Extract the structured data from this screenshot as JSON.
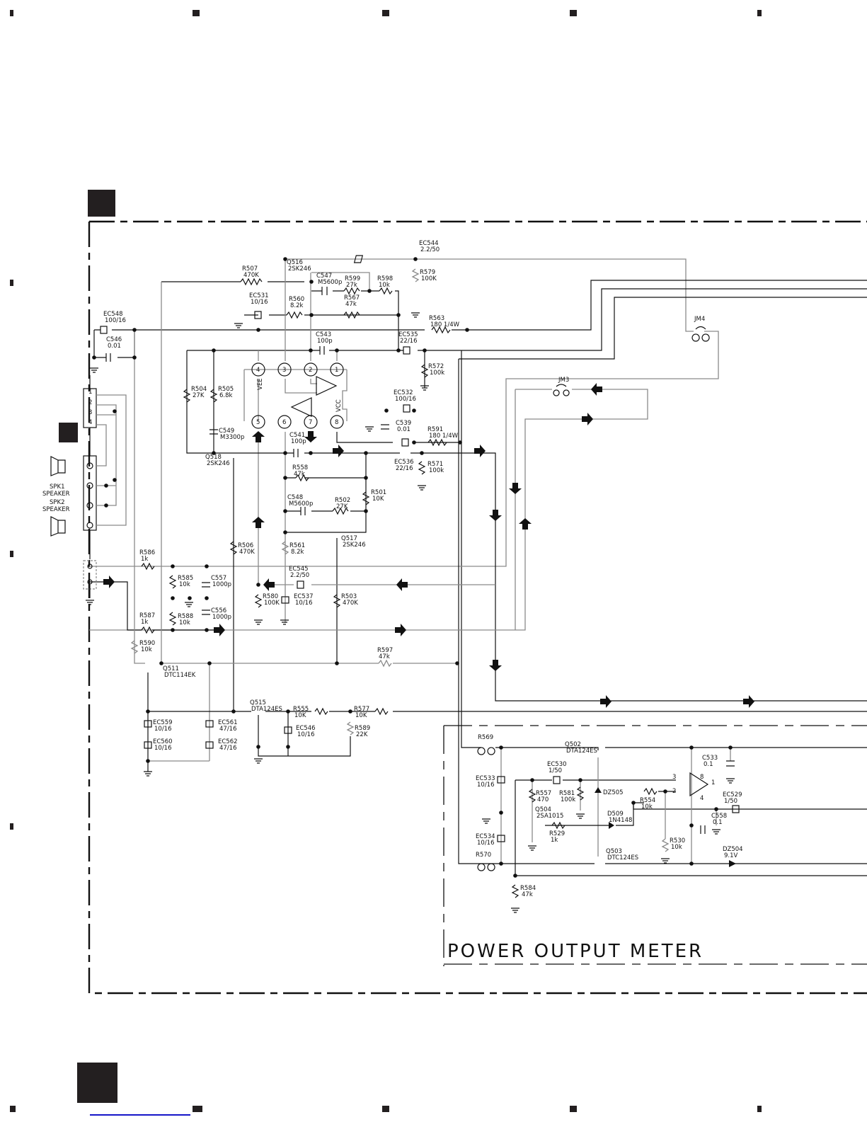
{
  "section_title": "POWER OUTPUT METER",
  "connectors": {
    "speaker_terminal_pins": [
      "1",
      "2",
      "3",
      "4"
    ],
    "spk1_label": "SPK1",
    "spk1_sub": "SPEAKER",
    "spk2_label": "SPK2",
    "spk2_sub": "SPEAKER"
  },
  "ic": {
    "pins": [
      "1",
      "2",
      "3",
      "4",
      "5",
      "6",
      "7",
      "8"
    ],
    "vee_label": "VEE",
    "vcc_label": "VCC"
  },
  "opamp2_pins": {
    "in_plus": "3",
    "in_minus": "2",
    "out": "1",
    "vcc": "8",
    "gnd": "4"
  },
  "components": {
    "EC544": [
      "EC544",
      "2.2/50"
    ],
    "R579": [
      "R579",
      "100K"
    ],
    "Q516": [
      "Q516",
      "2SK246"
    ],
    "R507": [
      "R507",
      "470K"
    ],
    "C547": [
      "C547",
      "M5600p"
    ],
    "R599": [
      "R599",
      "27k"
    ],
    "R598": [
      "R598",
      "10k"
    ],
    "EC531": [
      "EC531",
      "10/16"
    ],
    "R560": [
      "R560",
      "8.2k"
    ],
    "R567": [
      "R567",
      "47k"
    ],
    "R563": [
      "R563",
      "180  1/4W"
    ],
    "EC548": [
      "EC548",
      "100/16"
    ],
    "C546": [
      "C546",
      "0.01"
    ],
    "C543": [
      "C543",
      "100p"
    ],
    "EC535": [
      "EC535",
      "22/16"
    ],
    "R572": [
      "R572",
      "100k"
    ],
    "JM4": [
      "JM4"
    ],
    "JM3": [
      "JM3"
    ],
    "R504": [
      "R504",
      "27K"
    ],
    "R505": [
      "R505",
      "6.8k"
    ],
    "EC532": [
      "EC532",
      "100/16"
    ],
    "C539": [
      "C539",
      "0.01"
    ],
    "R591": [
      "R591",
      "180  1/4W"
    ],
    "C549": [
      "C549",
      "M3300p"
    ],
    "C541": [
      "C541",
      "100p"
    ],
    "Q518": [
      "Q518",
      "2SK246"
    ],
    "EC536": [
      "EC536",
      "22/16"
    ],
    "R571": [
      "R571",
      "100k"
    ],
    "R558": [
      "R558",
      "47k"
    ],
    "R501": [
      "R501",
      "10K"
    ],
    "C548": [
      "C548",
      "M5600p"
    ],
    "R502": [
      "R502",
      "27K"
    ],
    "R506": [
      "R506",
      "470K"
    ],
    "R561": [
      "R561",
      "8.2k"
    ],
    "Q517": [
      "Q517",
      "2SK246"
    ],
    "R586": [
      "R586",
      "1k"
    ],
    "EC545": [
      "EC545",
      "2.2/50"
    ],
    "R585": [
      "R585",
      "10k"
    ],
    "C557": [
      "C557",
      "1000p"
    ],
    "R580": [
      "R580",
      "100K"
    ],
    "EC537": [
      "EC537",
      "10/16"
    ],
    "R503": [
      "R503",
      "470K"
    ],
    "C556": [
      "C556",
      "1000p"
    ],
    "R588": [
      "R588",
      "10k"
    ],
    "R587": [
      "R587",
      "1k"
    ],
    "R590": [
      "R590",
      "10k"
    ],
    "R597": [
      "R597",
      "47k"
    ],
    "Q511": [
      "Q511",
      "DTC114EK"
    ],
    "Q515": [
      "Q515",
      "DTA124ES"
    ],
    "R555": [
      "R555",
      "10K"
    ],
    "R577": [
      "R577",
      "10K"
    ],
    "EC559": [
      "EC559",
      "10/16"
    ],
    "EC561": [
      "EC561",
      "47/16"
    ],
    "EC546": [
      "EC546",
      "10/16"
    ],
    "R589": [
      "R589",
      "22K"
    ],
    "EC560": [
      "EC560",
      "10/16"
    ],
    "EC562": [
      "EC562",
      "47/16"
    ],
    "R569": [
      "R569"
    ],
    "Q502": [
      "Q502",
      "DTA124ES"
    ],
    "C533": [
      "C533",
      "0.1"
    ],
    "EC530": [
      "EC530",
      "1/50"
    ],
    "EC533": [
      "EC533",
      "10/16"
    ],
    "R557": [
      "R557",
      "470"
    ],
    "R581": [
      "R581",
      "100k"
    ],
    "DZ505": [
      "DZ505"
    ],
    "R554": [
      "R554",
      "10k"
    ],
    "EC529": [
      "EC529",
      "1/50"
    ],
    "Q504": [
      "Q504",
      "2SA1015"
    ],
    "D509": [
      "D509",
      "1N4148"
    ],
    "C558": [
      "C558",
      "0.1"
    ],
    "R529": [
      "R529",
      "1k"
    ],
    "R530": [
      "R530",
      "10k"
    ],
    "EC534": [
      "EC534",
      "10/16"
    ],
    "Q503": [
      "Q503",
      "DTC124ES"
    ],
    "DZ504": [
      "DZ504",
      "9.1V"
    ],
    "R570": [
      "R570"
    ],
    "R584": [
      "R584",
      "47k"
    ]
  }
}
